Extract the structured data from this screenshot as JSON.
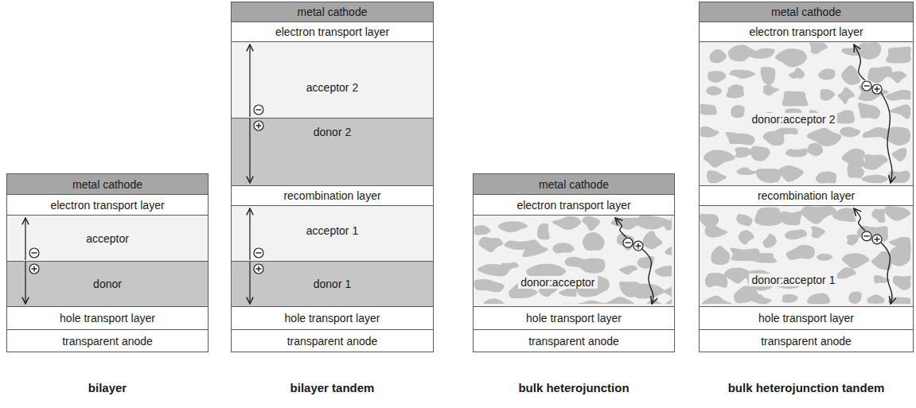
{
  "diagram": {
    "nodes": [
      {
        "text": [
          "metal cathode"
        ]
      },
      {
        "text": [
          "electron transport layer"
        ]
      },
      {
        "text": [
          "acceptor"
        ]
      },
      {
        "text": [
          "donor"
        ]
      },
      {
        "text": [
          "hole transport layer"
        ]
      },
      {
        "text": [
          "transparent anode"
        ]
      },
      {
        "text": [
          "metal cathode"
        ]
      },
      {
        "text": [
          "electron transport layer"
        ]
      },
      {
        "text": [
          "acceptor 2"
        ]
      },
      {
        "text": [
          "donor 2"
        ]
      },
      {
        "text": [
          "recombination layer"
        ]
      },
      {
        "text": [
          "acceptor 1"
        ]
      },
      {
        "text": [
          "donor 1"
        ]
      },
      {
        "text": [
          "hole transport layer"
        ]
      },
      {
        "text": [
          "transparent anode"
        ]
      },
      {
        "text": [
          "metal cathode"
        ]
      },
      {
        "text": [
          "electron transport layer"
        ]
      },
      {
        "text": [
          "donor:acceptor"
        ]
      },
      {
        "text": [
          "hole transport layer"
        ]
      },
      {
        "text": [
          "transparent anode"
        ]
      },
      {
        "text": [
          "metal cathode"
        ]
      },
      {
        "text": [
          "electron transport layer"
        ]
      },
      {
        "text": [
          "donor:acceptor 2"
        ]
      },
      {
        "text": [
          "recombination layer"
        ]
      },
      {
        "text": [
          "donor:acceptor 1"
        ]
      },
      {
        "text": [
          "hole transport layer"
        ]
      },
      {
        "text": [
          "transparent anode"
        ]
      }
    ],
    "labels": [
      "bilayer",
      "bilayer tandem",
      "bulk heterojunction",
      "bulk heterojunction tandem"
    ]
  }
}
